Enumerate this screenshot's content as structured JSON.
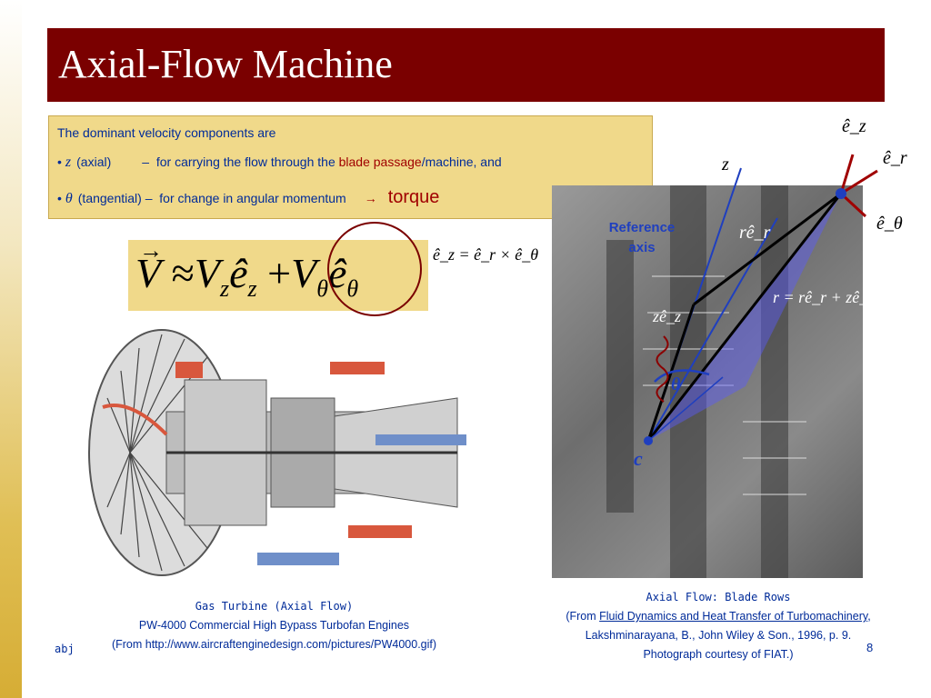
{
  "slide": {
    "title": "Axial-Flow Machine",
    "page_number": "8",
    "author": "abj"
  },
  "info_box": {
    "intro": "The dominant velocity components are",
    "bullet": "•",
    "line1_symbol": "z",
    "line1_label": "(axial)",
    "line1_dash": "–",
    "line1_text_a": "for carrying the flow through the",
    "line1_highlight": "blade passage",
    "line1_text_b": "/machine, and",
    "line2_symbol": "θ",
    "line2_label": "(tangential) –",
    "line2_text": "for change in angular momentum",
    "line2_arrow": "→",
    "line2_highlight": "torque"
  },
  "equations": {
    "main_V": "V",
    "main_approx": "≈",
    "main_Vz": "V",
    "main_z_sub": "z",
    "main_ez": "ê",
    "main_ez_sub": "z",
    "main_plus": "+",
    "main_Vth": "V",
    "main_th_sub": "θ",
    "main_eth": "ê",
    "main_eth_sub": "θ",
    "unit_vector_relation": "ê_z = ê_r × ê_θ",
    "position_vector": "r = rê_r + zê_z"
  },
  "diagram_labels": {
    "z_axis": "z",
    "e_z": "ê_z",
    "e_r": "ê_r",
    "e_theta": "ê_θ",
    "r_er": "rê_r",
    "z_ez": "zê_z",
    "theta": "θ",
    "center": "c",
    "reference_axis_line1": "Reference",
    "reference_axis_line2": "axis"
  },
  "captions": {
    "left_line1": "Gas Turbine (Axial Flow)",
    "left_line2": "PW-4000  Commercial High Bypass Turbofan Engines",
    "left_line3": "(From http://www.aircraftenginedesign.com/pictures/PW4000.gif)",
    "right_line1": "Axial Flow: Blade Rows",
    "right_line2_a": "(From ",
    "right_line2_link": "Fluid Dynamics and Heat Transfer of Turbomachinery",
    "right_line2_b": ",",
    "right_line3": "Lakshminarayana, B., John Wiley & Son., 1996, p. 9.",
    "right_line4": "Photograph courtesy of FIAT.)"
  },
  "colors": {
    "title_bar": "#7a0000",
    "box_fill": "#f0d98a",
    "text_blue": "#002b99",
    "accent_red": "#a00000",
    "diagram_blue": "#1f3fbf"
  }
}
